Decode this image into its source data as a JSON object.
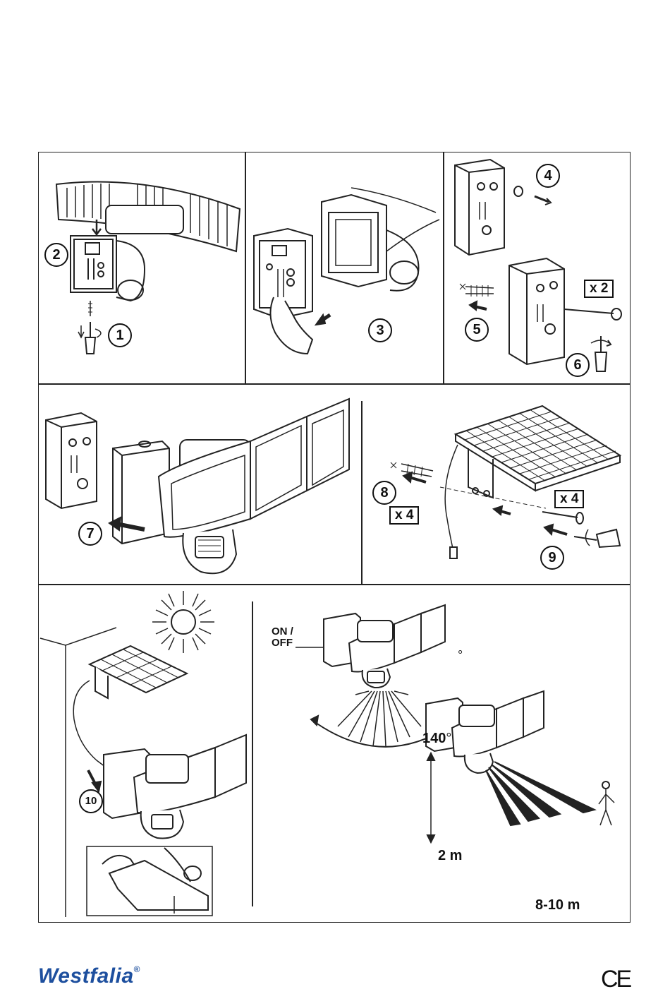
{
  "steps": {
    "s1": "1",
    "s2": "2",
    "s3": "3",
    "s4": "4",
    "s5": "5",
    "s6": "6",
    "s7": "7",
    "s8": "8",
    "s9": "9",
    "s10": "10"
  },
  "quantities": {
    "x2": "x 2",
    "x4_left": "x 4",
    "x4_right": "x 4"
  },
  "labels": {
    "on_off_line1": "ON /",
    "on_off_line2": "OFF",
    "angle": "140",
    "height": "2 m",
    "distance": "8-10 m"
  },
  "footer": {
    "brand": "Westfalia",
    "registered": "®",
    "ce_mark": "CE"
  },
  "colors": {
    "brand_blue": "#1d4f9e",
    "line": "#222222"
  }
}
